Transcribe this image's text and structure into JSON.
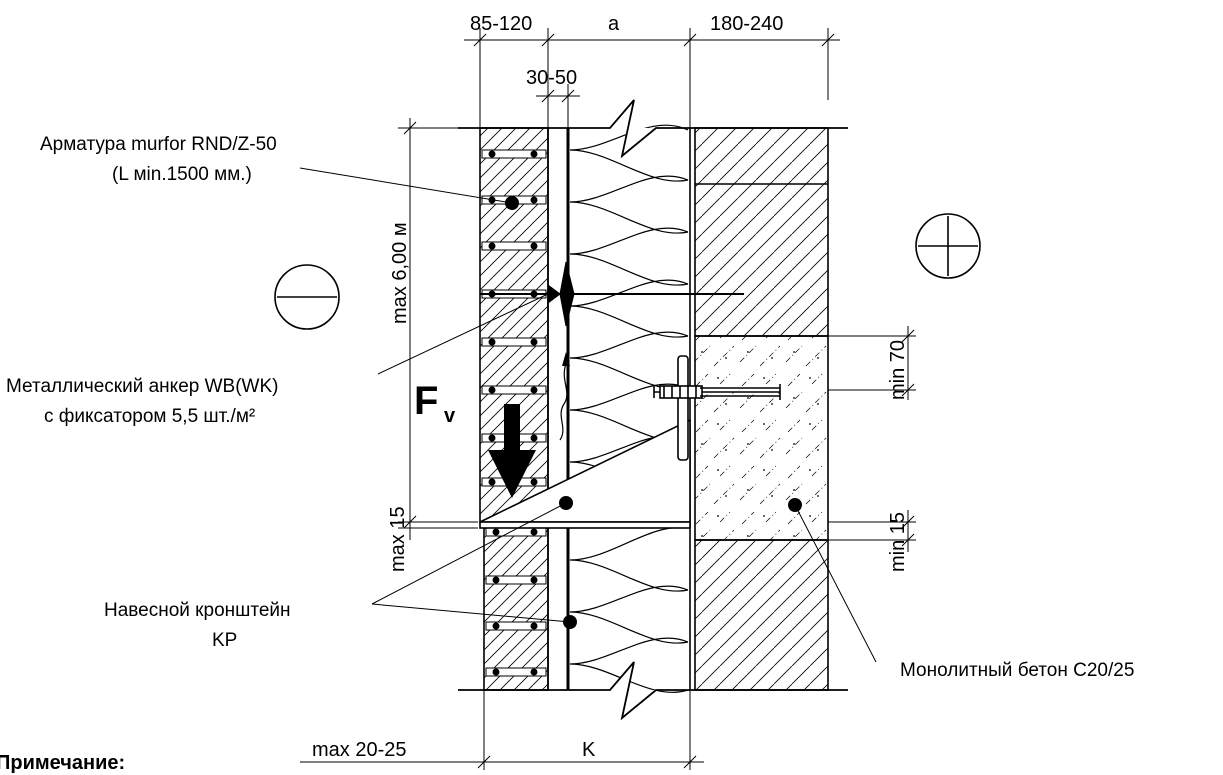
{
  "dimensions": {
    "top_left": "85-120",
    "top_a": "a",
    "top_right": "180-240",
    "gap": "30-50",
    "max_height": "max 6,00 м",
    "min_70": "min 70",
    "max_15": "max 15",
    "min_15": "min 15",
    "bottom_left": "max 20-25",
    "bottom_k": "K"
  },
  "labels": {
    "reinforcement_line1": "Арматура murfor RND/Z-50",
    "reinforcement_line2": "(L мin.1500 мм.)",
    "anchor_line1": "Металлический анкер WB(WK)",
    "anchor_line2": "с фиксатором 5,5 шт./м²",
    "bracket_line1": "Навесной кронштейн",
    "bracket_line2": "KP",
    "concrete": "Монолитный бетон С20/25",
    "force_symbol": "F",
    "force_subscript": "v"
  },
  "note": "Примечание:",
  "colors": {
    "line": "#000000",
    "background": "#ffffff"
  }
}
